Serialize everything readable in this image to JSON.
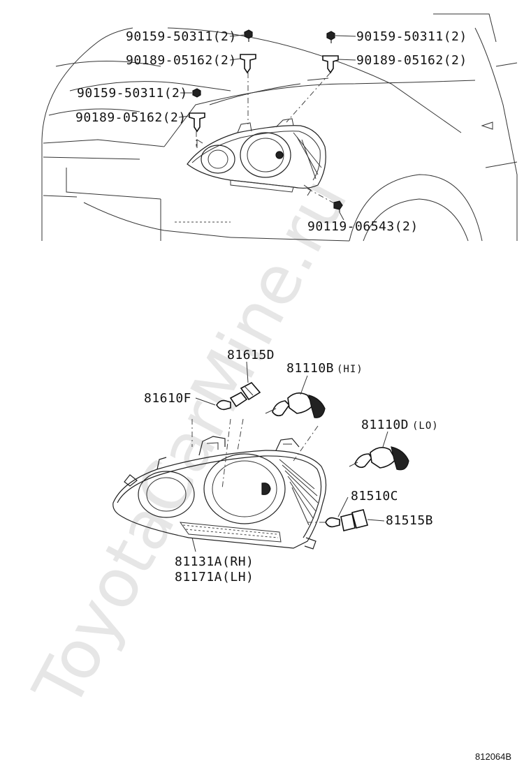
{
  "watermark": "ToyotaCarMine.ru",
  "figure_number": "812064B",
  "top_labels": {
    "bolt_top_left": "90159-50311(2)",
    "clip_top_left": "90189-05162(2)",
    "bolt_top_right": "90159-50311(2)",
    "clip_top_right": "90189-05162(2)",
    "bolt_mid_left": "90159-50311(2)",
    "clip_mid_left": "90189-05162(2)",
    "screw_bottom": "90119-06543(2)"
  },
  "bottom_labels": {
    "socket": "81615D",
    "hi_bulb_code": "81110B",
    "hi_bulb_suffix": "(HI)",
    "small_bulb": "81610F",
    "lo_bulb_code": "81110D",
    "lo_bulb_suffix": "(LO)",
    "side_bulb": "81510C",
    "side_socket": "81515B",
    "unit_rh": "81131A(RH)",
    "unit_lh": "81171A(LH)"
  }
}
